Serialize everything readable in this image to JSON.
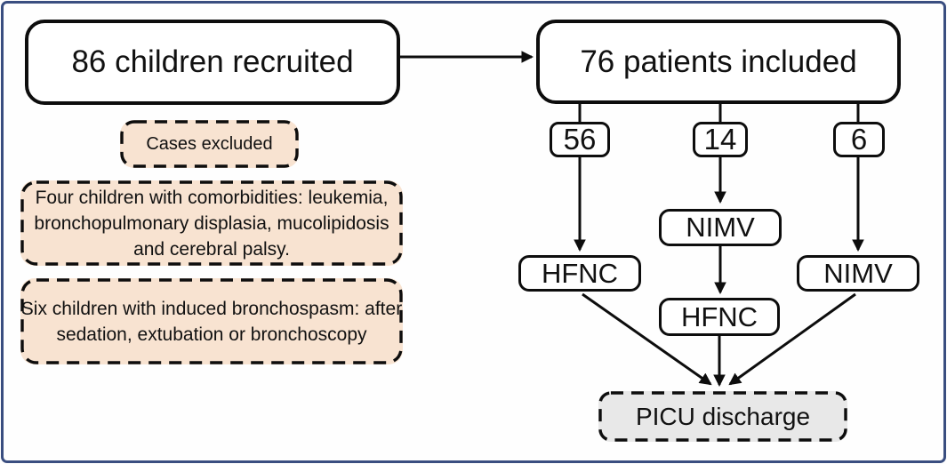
{
  "diagram": {
    "nodes": {
      "recruited": "86 children recruited",
      "included": "76 patients included",
      "count_hfnc": "56",
      "count_nimv_hfnc": "14",
      "count_nimv": "6",
      "hfnc_left": "HFNC",
      "nimv_center": "NIMV",
      "hfnc_center": "HFNC",
      "nimv_right": "NIMV",
      "discharge": "PICU discharge"
    },
    "exclusions": {
      "header": "Cases excluded",
      "comorbidities": "Four children with comorbidities: leukemia,\nbronchopulmonary displasia, mucolipidosis\nand cerebral palsy.",
      "bronchospasm": "Six children with induced bronchospasm: after\nsedation, extubation or bronchoscopy"
    },
    "colors": {
      "frame_navy": "#3a4e80",
      "exclusion_fill": "#f8e3d1",
      "discharge_fill": "#e8e8e8",
      "line_black": "#0d0d0d"
    }
  }
}
